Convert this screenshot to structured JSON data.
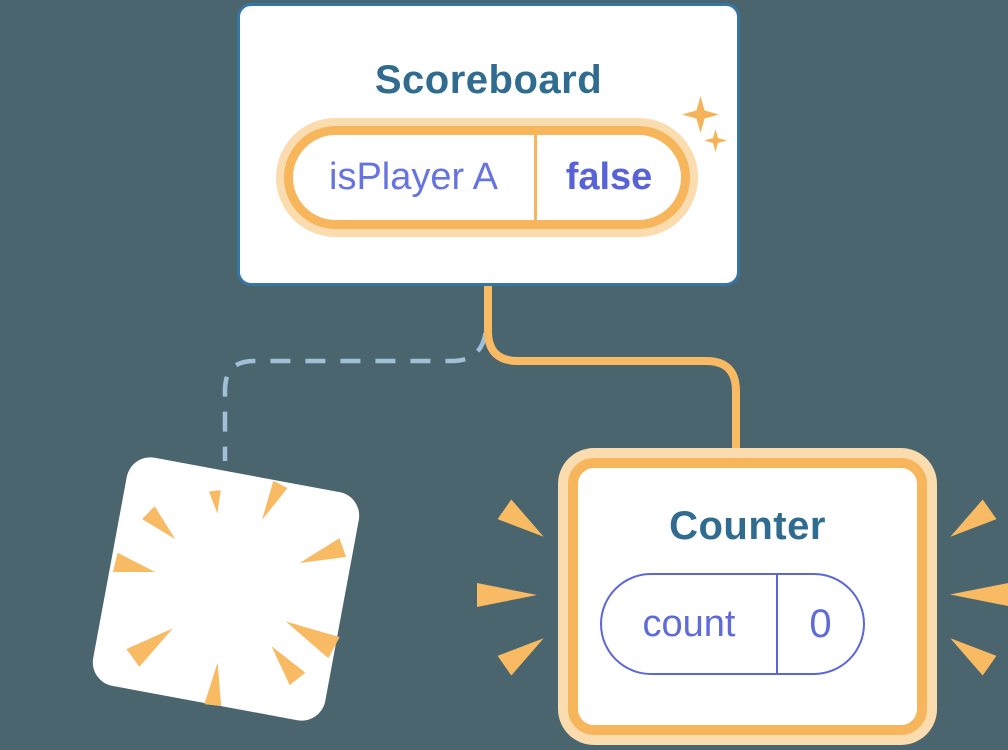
{
  "scoreboard": {
    "title": "Scoreboard",
    "state": {
      "key": "isPlayer A",
      "value": "false"
    }
  },
  "counter": {
    "title": "Counter",
    "state": {
      "key": "count",
      "value": "0"
    }
  },
  "colors": {
    "background": "#4B656E",
    "card_border_blue": "#3577A2",
    "title_text": "#2F6C90",
    "state_border_orange": "#F7B55C",
    "state_halo_orange": "#FADCAE",
    "state_border_purple": "#5B67D8",
    "key_text_purple": "#6674E2",
    "value_text_purple": "#5763D6",
    "connector_orange": "#F8BB63",
    "dashed_line_blue": "#9FC0D8",
    "burst_orange": "#F8BB63",
    "sparkle_orange": "#F6B45A"
  }
}
